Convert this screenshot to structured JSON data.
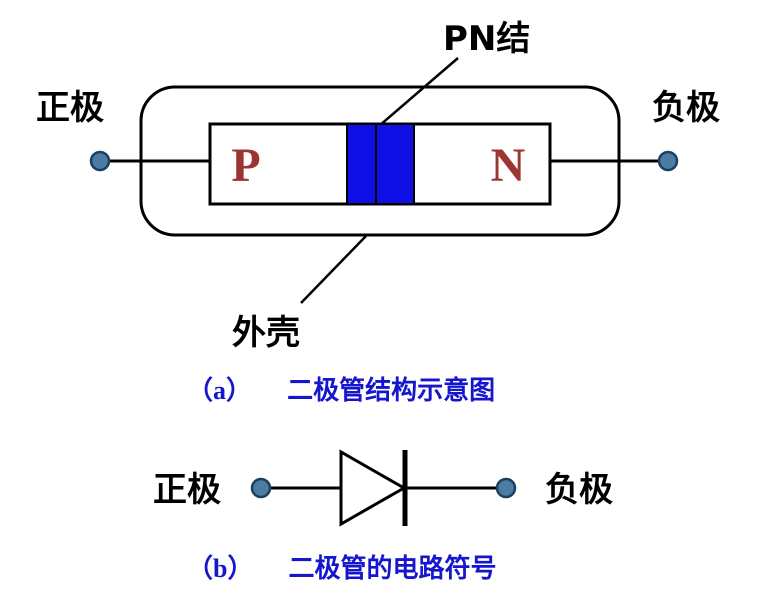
{
  "figure": {
    "colors": {
      "junction_blue": "#0f10e6",
      "region_letter": "#9c3431",
      "caption_blue": "#1616cf",
      "terminal_dot": "#4b7ca3",
      "terminal_dot_edge": "#1c3f5e"
    },
    "part_a": {
      "label_pn_junction": "PN结",
      "label_anode": "正极",
      "label_cathode": "负极",
      "label_p": "P",
      "label_n": "N",
      "label_shell": "外壳",
      "caption_index": "（a）",
      "caption_text": "二极管结构示意图"
    },
    "part_b": {
      "label_anode": "正极",
      "label_cathode": "负极",
      "caption_index": "（b）",
      "caption_text": "二极管的电路符号"
    }
  }
}
